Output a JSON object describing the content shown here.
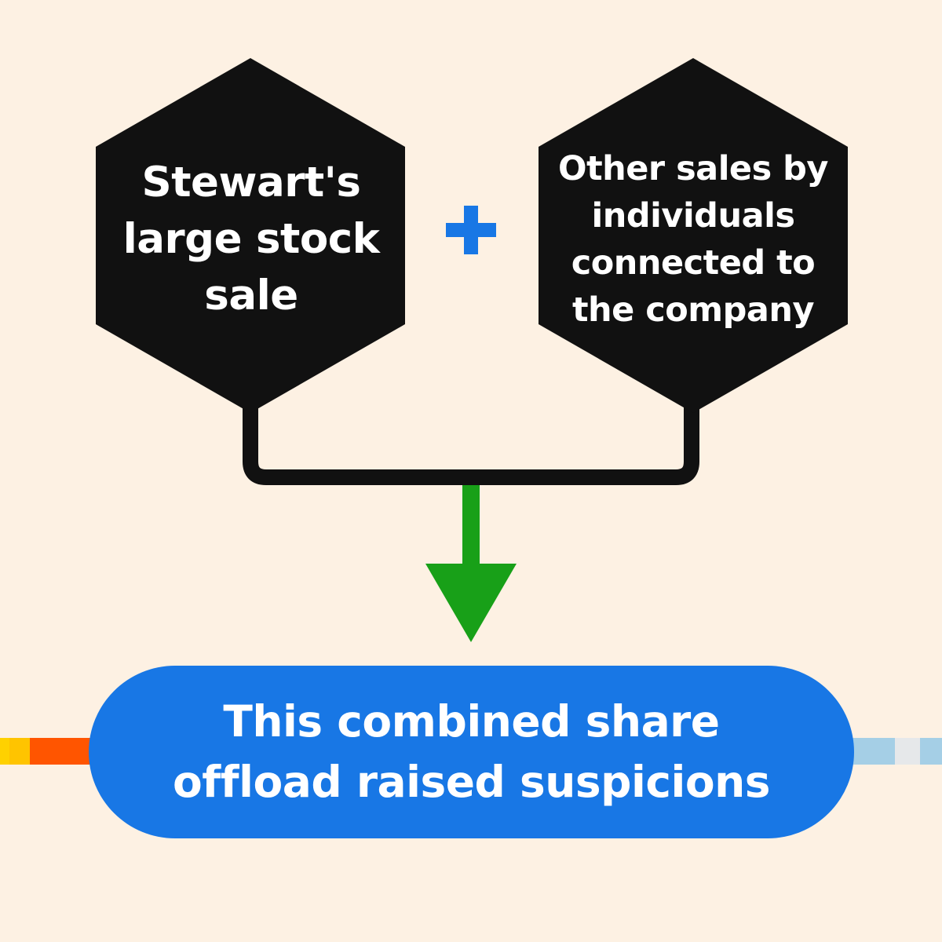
{
  "nodes": {
    "left_hexagon": {
      "text": "Stewart's large stock sale"
    },
    "right_hexagon": {
      "text": "Other sales by individuals connected to the company"
    },
    "result_pill": {
      "text": "This combined share offload raised suspicions"
    }
  },
  "operator": {
    "icon": "plus-icon",
    "color": "#1877e5"
  },
  "colors": {
    "background": "#fdf1e3",
    "hexagon_fill": "#111111",
    "connector": "#111111",
    "arrow": "#18a018",
    "pill_fill": "#1877e5",
    "text": "#ffffff",
    "accent_left": [
      "#ffc800",
      "#ff5a00"
    ],
    "accent_right": [
      "#a6cfe6",
      "#e5e8ea"
    ]
  }
}
